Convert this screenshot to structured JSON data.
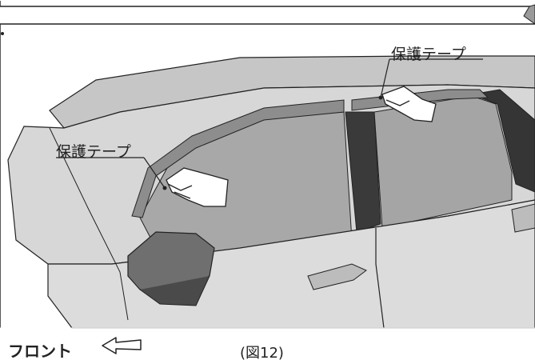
{
  "labels": {
    "protective_tape_top": "保護テープ",
    "protective_tape_left": "保護テープ"
  },
  "front_label": "フロント",
  "figure_caption": "(図12)",
  "colors": {
    "line": "#222222",
    "body_light": "#d9d9d9",
    "body_mid": "#bdbdbd",
    "glass": "#a9a9a9",
    "pillar_dark": "#3a3a3a"
  },
  "icons": {
    "front_arrow": "left-arrow-outline-icon",
    "hand": "gloved-hand-icon"
  }
}
